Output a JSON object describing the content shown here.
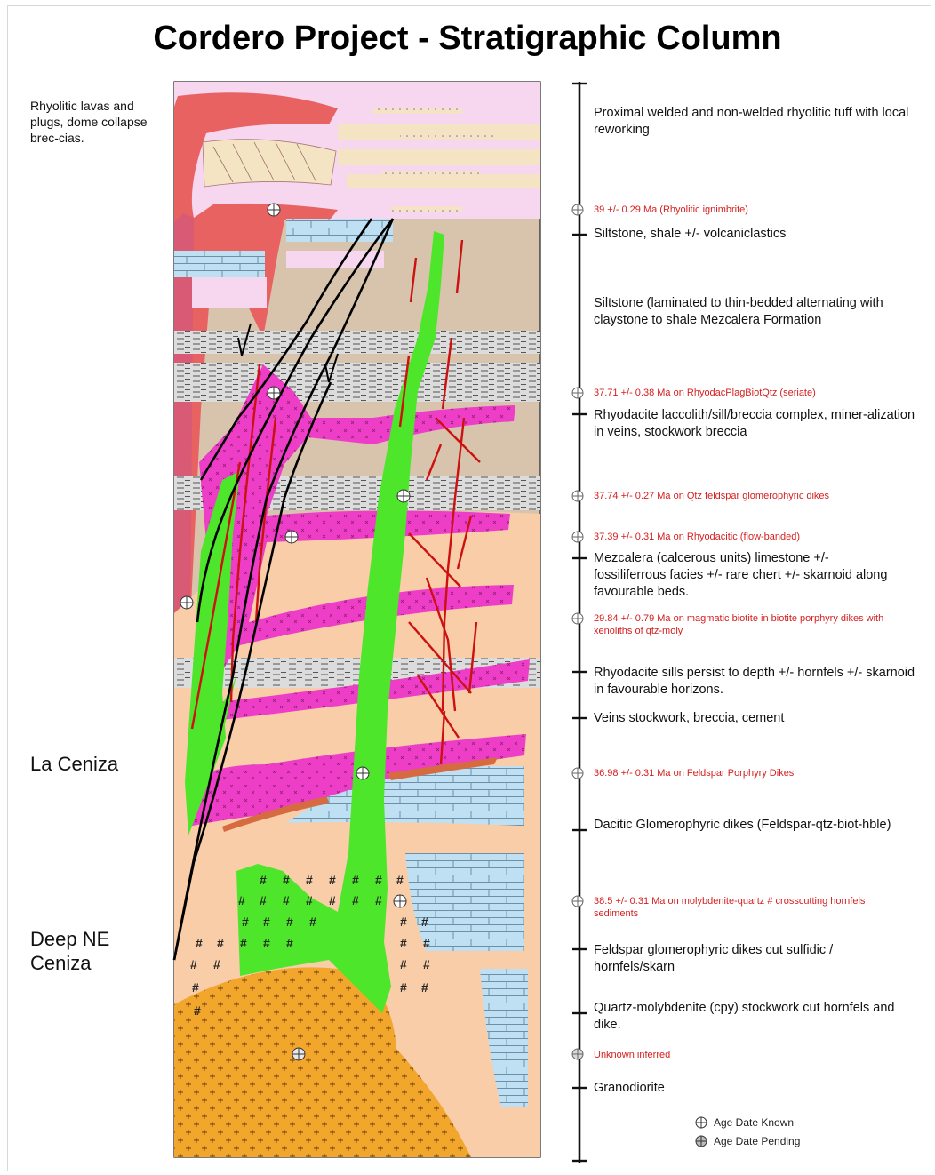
{
  "title": "Cordero Project - Stratigraphic Column",
  "side_notes": {
    "rhyolitic": "Rhyolitic lavas and plugs, dome collapse brec-cias.",
    "la_ceniza": "La Ceniza",
    "deep_ne": "Deep NE Ceniza"
  },
  "descriptions": [
    "Proximal welded and non-welded rhyolitic tuff with local reworking",
    "Siltstone, shale +/- volcaniclastics",
    "Siltstone (laminated to thin-bedded alternating with claystone to shale Mezcalera Formation",
    "Rhyodacite laccolith/sill/breccia complex, miner-alization in veins, stockwork breccia",
    "Mezcalera (calcerous units) limestone +/- fossiliferrous facies +/- rare chert +/- skarnoid along favourable beds.",
    "Rhyodacite sills persist to depth +/- hornfels +/- skarnoid in favourable horizons.",
    "Veins stockwork, breccia, cement",
    "Dacitic Glomerophyric dikes (Feldspar-qtz-biot-hble)",
    "Feldspar glomerophyric dikes cut sulfidic / hornfels/skarn",
    "Quartz-molybdenite (cpy) stockwork cut hornfels and dike.",
    "Granodiorite"
  ],
  "ages": [
    "39 +/- 0.29 Ma (Rhyolitic ignimbrite)",
    "37.71 +/- 0.38 Ma on RhyodacPlagBiotQtz (seriate)",
    "37.74 +/- 0.27 Ma on Qtz feldspar glomerophyric dikes",
    "37.39 +/- 0.31 Ma on Rhyodacitic (flow-banded)",
    "29.84 +/- 0.79 Ma on magmatic biotite in biotite porphyry dikes with xenoliths of qtz-moly",
    "36.98 +/- 0.31 Ma on Feldspar Porphyry Dikes",
    "38.5 +/- 0.31 Ma on molybdenite-quartz # crosscutting hornfels sediments",
    "Unknown inferred"
  ],
  "legend": {
    "known": "Age Date Known",
    "pending": "Age Date Pending"
  },
  "colors": {
    "tuff_pink": "#f7d6ef",
    "tan_siltstone": "#d8c4ad",
    "limestone_blue": "#bfe0f2",
    "sandstone_peach": "#f8cda8",
    "rhyodacite_magenta": "#ee3ec7",
    "dike_green": "#4ee62a",
    "granodiorite_orange": "#f2a62c",
    "rhyolite_red": "#e86262",
    "vein_red": "#cc1111",
    "age_red": "#d52020"
  }
}
